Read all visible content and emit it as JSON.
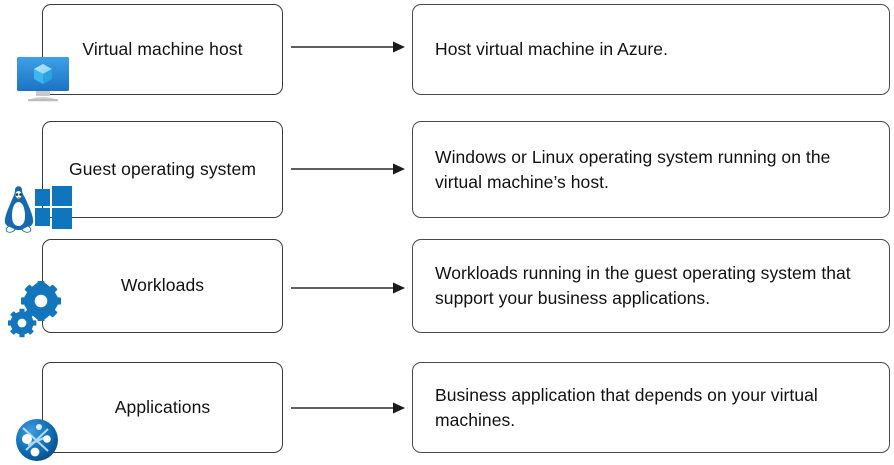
{
  "diagram": {
    "type": "azure-virtual-machine-responsibility-layers",
    "rows": [
      {
        "icon": "azure-virtual-machine-host-icon",
        "label": "Virtual machine host",
        "description": "Host virtual machine in Azure.",
        "arrow": "right-arrow-icon"
      },
      {
        "icon": "windows-linux-os-icon",
        "label": "Guest operating system",
        "description": "Windows or Linux operating system running on the virtual machine’s host.",
        "arrow": "right-arrow-icon"
      },
      {
        "icon": "gears-workloads-icon",
        "label": "Workloads",
        "description": "Workloads running in the guest operating system that support your business applications.",
        "arrow": "right-arrow-icon"
      },
      {
        "icon": "network-application-globe-icon",
        "label": "Applications",
        "description": "Business application that depends on your virtual machines.",
        "arrow": "right-arrow-icon"
      }
    ]
  },
  "colors": {
    "azure_blue": "#0078D4",
    "azure_blue_dark": "#005A9E",
    "azure_cube_light": "#50C7F4",
    "box_border": "#3B3B3B",
    "text": "#111111",
    "arrow": "#2B2B2B",
    "monitor_gray": "#BFBFBF",
    "background": "#FFFFFF"
  }
}
